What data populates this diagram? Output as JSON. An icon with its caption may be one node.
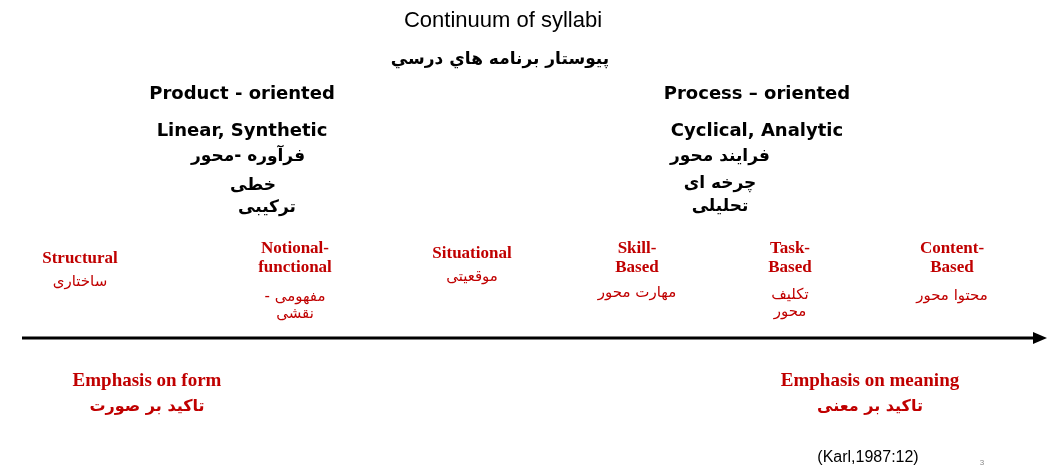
{
  "diagram": {
    "title": "Continuum of syllabi",
    "labels": [
      "پیوستار برنامه هاي درسي",
      "Product - oriented",
      "Process – oriented",
      "Linear, Synthetic",
      "فرآوره -محور",
      "خطی",
      "ترکیبی",
      "Cyclical, Analytic",
      "فرایند محور",
      "چرخه ای",
      "تحلیلی",
      "Structural",
      "ساختاری",
      "Notional- functional",
      "مفهومی - نقشی",
      "Situational",
      "موقعیتی",
      "Skill- Based",
      "مهارت محور",
      "Task- Based",
      "تکلیف محور",
      "Content- Based",
      "محتوا محور",
      "Emphasis on form",
      "تاکید بر صورت",
      "Emphasis on meaning",
      "تاکید بر معنی",
      "(Karl,1987:12)",
      "3"
    ]
  }
}
